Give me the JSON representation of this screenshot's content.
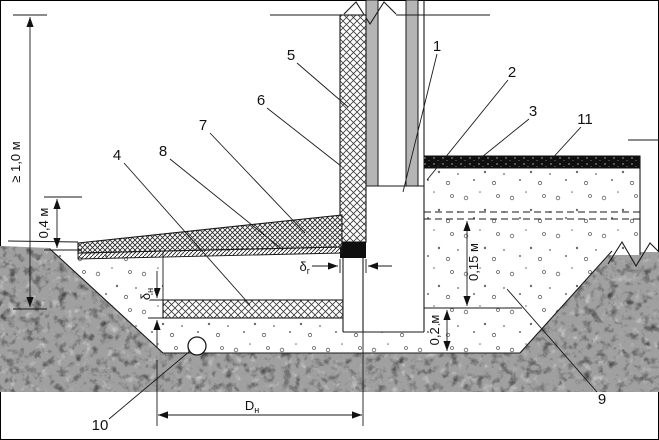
{
  "figure": {
    "kind": "technical-section-diagram",
    "subject": "Basement wall, blind area and foundation insulation detail"
  },
  "callouts": [
    "1",
    "2",
    "3",
    "4",
    "5",
    "6",
    "7",
    "8",
    "9",
    "10",
    "11"
  ],
  "dimensions": {
    "min_depth": "≥ 1,0 м",
    "blind_area_height": "0,4 м",
    "slab_offset": "0,15 м",
    "base_thickness": "0,2 м",
    "delta_h": {
      "base": "δ",
      "sub": "н"
    },
    "delta_v": {
      "base": "δ",
      "sub": "г"
    },
    "footing_width": {
      "base": "D",
      "sub": "н"
    }
  },
  "colors": {
    "outline": "#1a1a1a",
    "soil_gray": "#a0a0a0",
    "wall_gray": "#b5b5b5",
    "membrane_black": "#0f0f0f",
    "background": "#ffffff"
  }
}
